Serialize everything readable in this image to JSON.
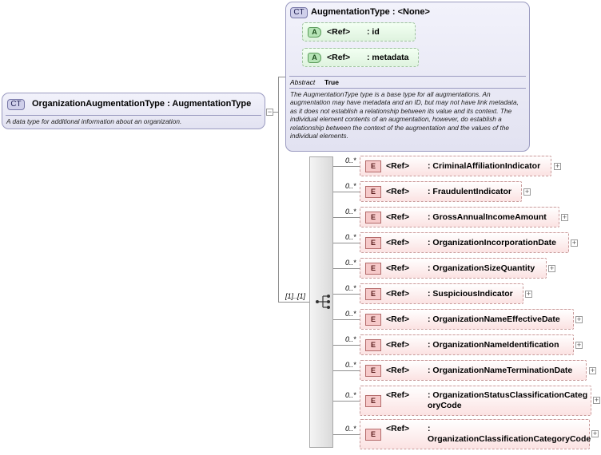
{
  "main_type": {
    "badge": "CT",
    "title": "OrganizationAugmentationType : AugmentationType",
    "description": "A data type for additional information about an organization."
  },
  "base_type": {
    "badge": "CT",
    "title": "AugmentationType : <None>",
    "attributes": [
      {
        "badge": "A",
        "ref": "<Ref>",
        "name": ": id"
      },
      {
        "badge": "A",
        "ref": "<Ref>",
        "name": ": metadata"
      }
    ],
    "abstract_label": "Abstract",
    "abstract_value": "True",
    "description": "The AugmentationType type is a base type for all augmentations. An augmentation may have metadata and an ID, but may not have link metadata, as it does not establish a relationship between its value and its context. The individual element contents of an augmentation, however, do establish a relationship between the context of the augmentation and the values of the individual elements."
  },
  "sequence": {
    "cardinality": "[1]..[1]"
  },
  "elements": [
    {
      "badge": "E",
      "card": "0..*",
      "ref": "<Ref>",
      "name": ": CriminalAffiliationIndicator"
    },
    {
      "badge": "E",
      "card": "0..*",
      "ref": "<Ref>",
      "name": ": FraudulentIndicator"
    },
    {
      "badge": "E",
      "card": "0..*",
      "ref": "<Ref>",
      "name": ": GrossAnnualIncomeAmount"
    },
    {
      "badge": "E",
      "card": "0..*",
      "ref": "<Ref>",
      "name": ": OrganizationIncorporationDate"
    },
    {
      "badge": "E",
      "card": "0..*",
      "ref": "<Ref>",
      "name": ": OrganizationSizeQuantity"
    },
    {
      "badge": "E",
      "card": "0..*",
      "ref": "<Ref>",
      "name": ": SuspiciousIndicator"
    },
    {
      "badge": "E",
      "card": "0..*",
      "ref": "<Ref>",
      "name": ": OrganizationNameEffectiveDate"
    },
    {
      "badge": "E",
      "card": "0..*",
      "ref": "<Ref>",
      "name": ": OrganizationNameIdentification"
    },
    {
      "badge": "E",
      "card": "0..*",
      "ref": "<Ref>",
      "name": ": OrganizationNameTerminationDate"
    },
    {
      "badge": "E",
      "card": "0..*",
      "ref": "<Ref>",
      "name": ": OrganizationStatusClassificationCategoryCode"
    },
    {
      "badge": "E",
      "card": "0..*",
      "ref": "<Ref>",
      "name": ": OrganizationClassificationCategoryCode"
    }
  ]
}
